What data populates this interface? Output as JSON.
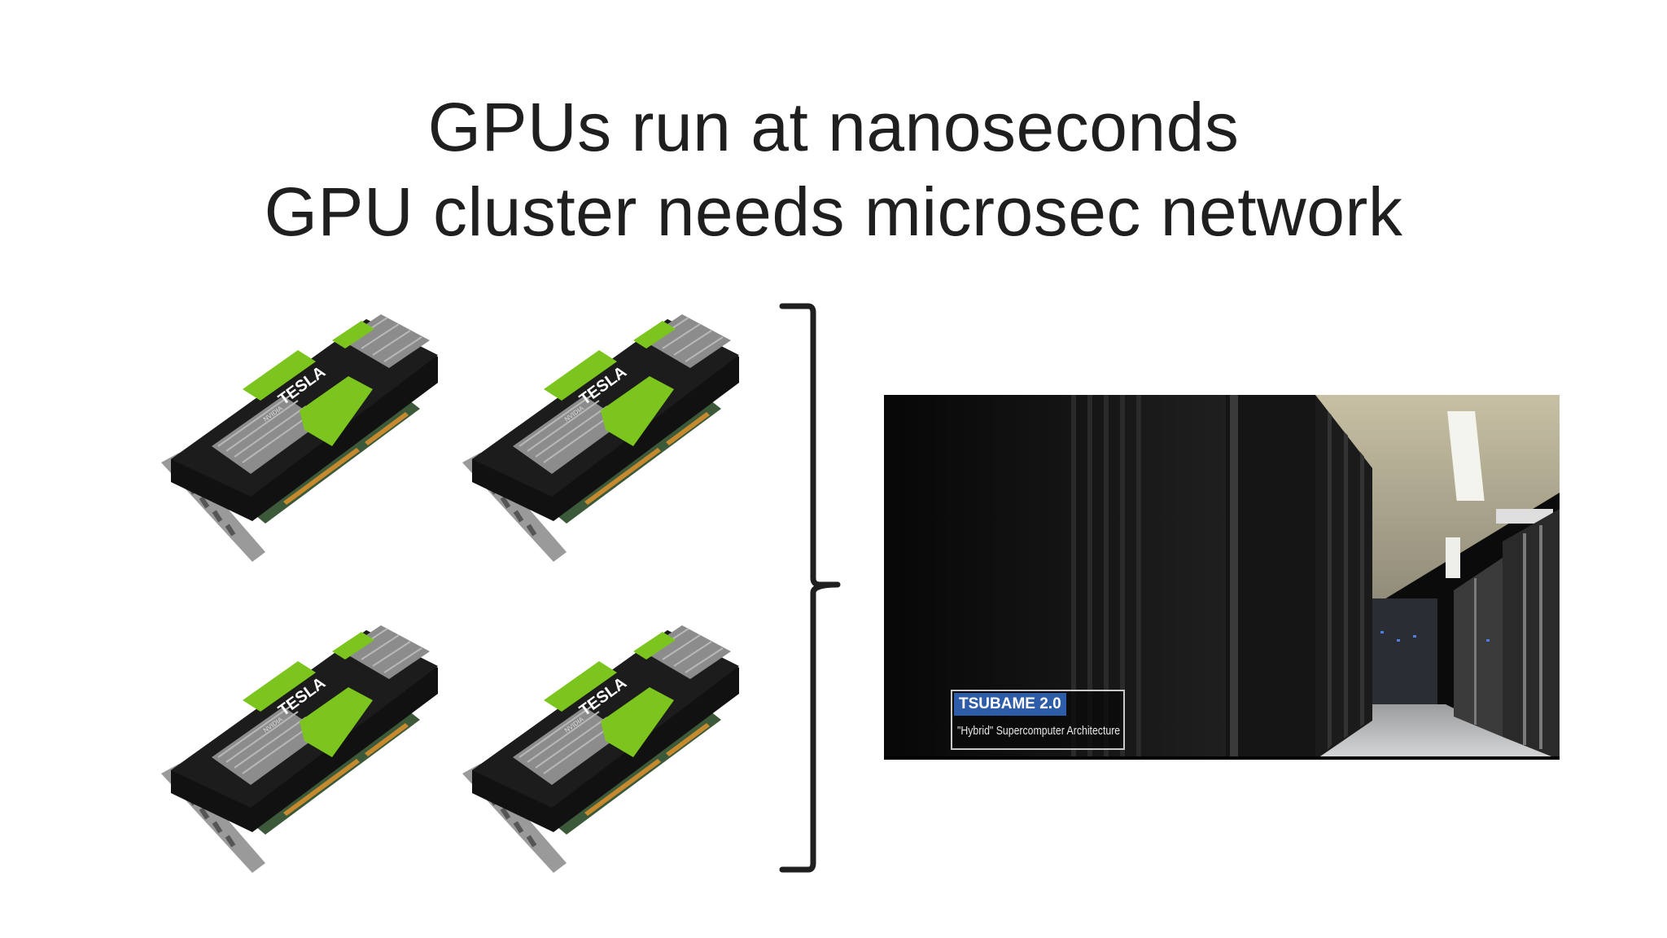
{
  "slide": {
    "title_line1": "GPUs run at nanoseconds",
    "title_line2": "GPU cluster needs microsec network"
  },
  "gpu_cards": [
    {
      "brand": "NVIDIA",
      "model": "TESLA"
    },
    {
      "brand": "NVIDIA",
      "model": "TESLA"
    },
    {
      "brand": "NVIDIA",
      "model": "TESLA"
    },
    {
      "brand": "NVIDIA",
      "model": "TESLA"
    }
  ],
  "cluster_photo": {
    "caption_title": "TSUBAME 2.0",
    "caption_subtitle": "\"Hybrid\" Supercomputer Architecture"
  },
  "colors": {
    "text": "#1f1f1f",
    "gpu_green": "#7cc51f",
    "gpu_body": "#1c1c1c",
    "caption_blue": "#2d5ca8"
  }
}
